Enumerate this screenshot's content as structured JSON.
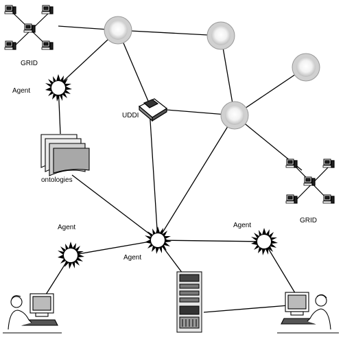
{
  "labels": {
    "grid_top": "GRID",
    "grid_right": "GRID",
    "agent_top": "Agent",
    "agent_left": "Agent",
    "agent_center": "Agent",
    "agent_right": "Agent",
    "uddi": "UDDI",
    "ontologies": "ontologies"
  },
  "icons": {
    "grid": "computer-grid-icon",
    "hub": "network-hub-icon",
    "agent": "agent-starburst-icon",
    "uddi": "uddi-book-icon",
    "ontologies": "ontology-documents-icon",
    "server": "server-rack-icon",
    "user": "user-at-workstation-icon"
  }
}
